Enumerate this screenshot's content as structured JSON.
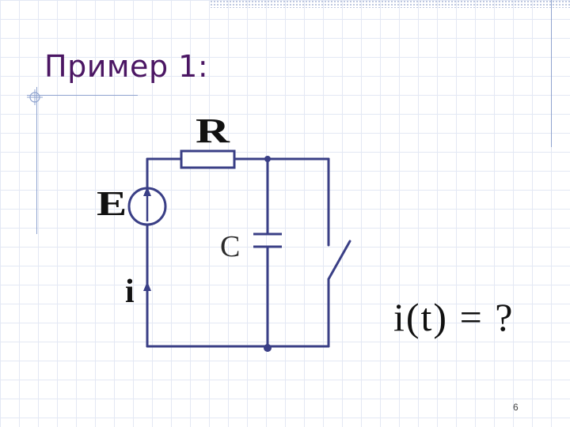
{
  "slide": {
    "title": "Пример 1:",
    "page_number": "6"
  },
  "circuit": {
    "labels": {
      "resistor": "R",
      "source": "E",
      "capacitor": "C",
      "current": "i"
    },
    "formula": "i(t) = ?"
  },
  "colors": {
    "title": "#4b1663",
    "wire": "#3a3f86",
    "grid": "#e3e8f4",
    "accent_lines": "#8fa3cf"
  }
}
